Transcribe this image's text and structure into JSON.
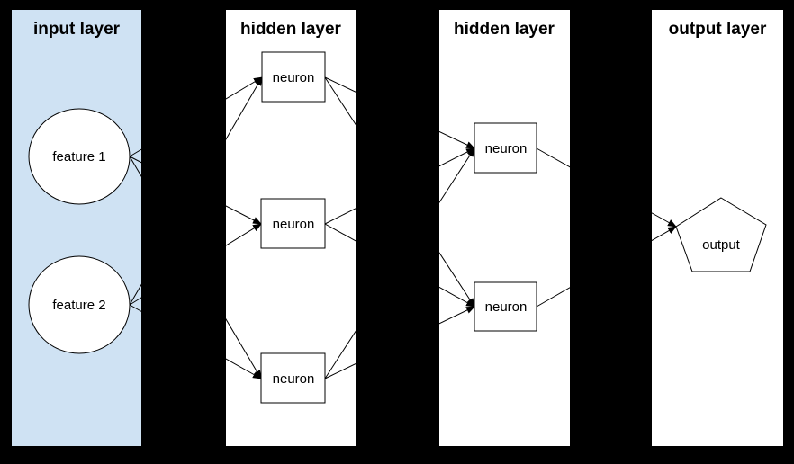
{
  "diagram": {
    "type": "neural-network-layers",
    "background_color": "#000000",
    "stroke_color": "#000000",
    "text_color": "#000000",
    "colors": {
      "input_panel": "#cfe2f3",
      "hidden_panel_1": "#ffffff",
      "hidden_panel_2": "#ffffff",
      "output_panel": "#ffffff",
      "node_fill": "#ffffff"
    },
    "layers": [
      {
        "id": "input",
        "label": "input layer",
        "nodes": [
          {
            "id": "feature-1",
            "label": "feature 1",
            "shape": "circle"
          },
          {
            "id": "feature-2",
            "label": "feature 2",
            "shape": "circle"
          }
        ]
      },
      {
        "id": "hidden-1",
        "label": "hidden layer",
        "nodes": [
          {
            "id": "h1-neuron-1",
            "label": "neuron",
            "shape": "rect"
          },
          {
            "id": "h1-neuron-2",
            "label": "neuron",
            "shape": "rect"
          },
          {
            "id": "h1-neuron-3",
            "label": "neuron",
            "shape": "rect"
          }
        ]
      },
      {
        "id": "hidden-2",
        "label": "hidden layer",
        "nodes": [
          {
            "id": "h2-neuron-1",
            "label": "neuron",
            "shape": "rect"
          },
          {
            "id": "h2-neuron-2",
            "label": "neuron",
            "shape": "rect"
          }
        ]
      },
      {
        "id": "output",
        "label": "output layer",
        "nodes": [
          {
            "id": "output",
            "label": "output",
            "shape": "pentagon"
          }
        ]
      }
    ],
    "edges": [
      {
        "from": "feature-1",
        "to": "h1-neuron-1"
      },
      {
        "from": "feature-1",
        "to": "h1-neuron-2"
      },
      {
        "from": "feature-1",
        "to": "h1-neuron-3"
      },
      {
        "from": "feature-2",
        "to": "h1-neuron-1"
      },
      {
        "from": "feature-2",
        "to": "h1-neuron-2"
      },
      {
        "from": "feature-2",
        "to": "h1-neuron-3"
      },
      {
        "from": "h1-neuron-1",
        "to": "h2-neuron-1"
      },
      {
        "from": "h1-neuron-1",
        "to": "h2-neuron-2"
      },
      {
        "from": "h1-neuron-2",
        "to": "h2-neuron-1"
      },
      {
        "from": "h1-neuron-2",
        "to": "h2-neuron-2"
      },
      {
        "from": "h1-neuron-3",
        "to": "h2-neuron-1"
      },
      {
        "from": "h1-neuron-3",
        "to": "h2-neuron-2"
      },
      {
        "from": "h2-neuron-1",
        "to": "output"
      },
      {
        "from": "h2-neuron-2",
        "to": "output"
      }
    ]
  }
}
